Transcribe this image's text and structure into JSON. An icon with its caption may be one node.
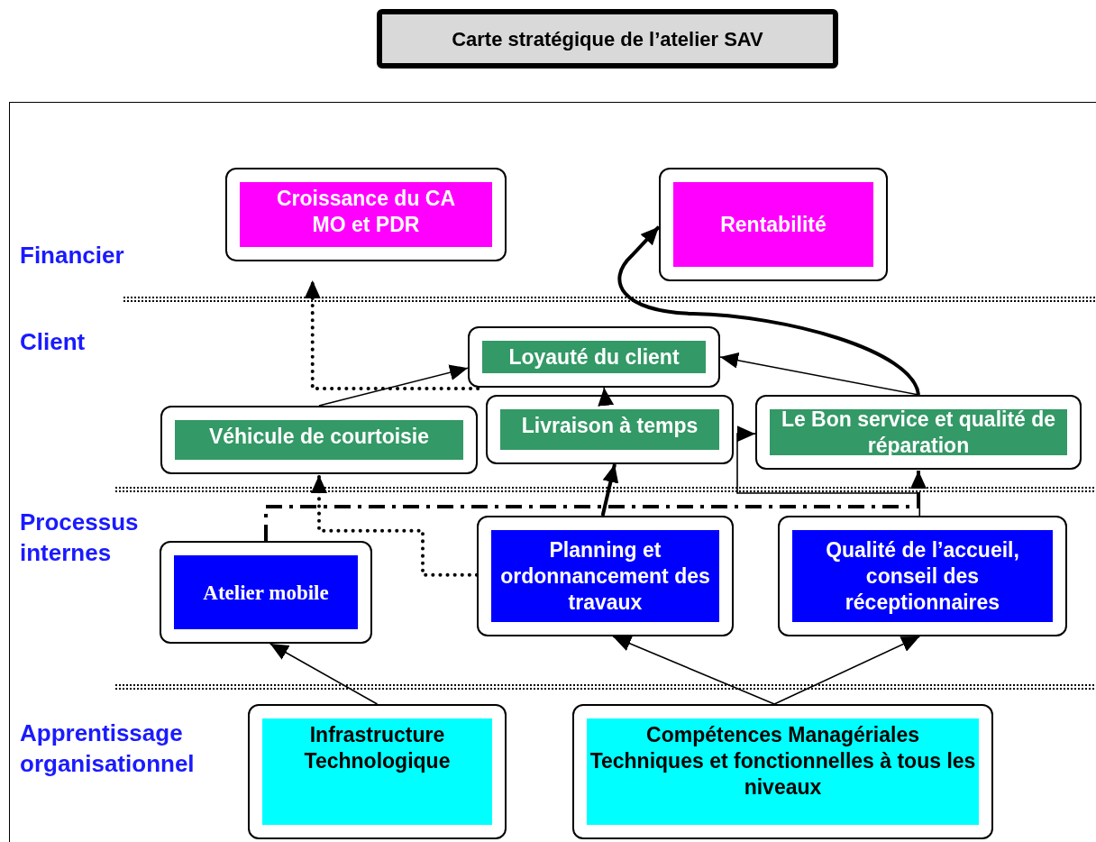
{
  "diagram": {
    "title": "Carte stratégique de l’atelier SAV",
    "nodes": [
      {
        "text": [
          "Croissance du CA MO et PDR"
        ]
      },
      {
        "text": [
          "Rentabilité"
        ]
      },
      {
        "text": [
          "Loyauté du client"
        ]
      },
      {
        "text": [
          "Véhicule de courtoisie"
        ]
      },
      {
        "text": [
          "Livraison à temps"
        ]
      },
      {
        "text": [
          "Le Bon service et qualité de réparation"
        ]
      },
      {
        "text": [
          "Atelier mobile"
        ]
      },
      {
        "text": [
          "Planning et ordonnancement des travaux"
        ]
      },
      {
        "text": [
          "Qualité de l’accueil, conseil des réceptionnaires"
        ]
      },
      {
        "text": [
          "Infrastructure Technologique"
        ]
      },
      {
        "text": [
          "Compétences Managériales Techniques et fonctionnelles à tous les niveaux"
        ]
      }
    ],
    "edges": [
      {
        "from": 9,
        "to": 6,
        "arrow": "to"
      },
      {
        "from": 10,
        "to": 7,
        "arrow": "to"
      },
      {
        "from": 10,
        "to": 8,
        "arrow": "to"
      },
      {
        "from": 3,
        "to": 2,
        "arrow": "to"
      },
      {
        "from": 5,
        "to": 2,
        "arrow": "to"
      },
      {
        "from": 5,
        "to": 1,
        "arrow": "to",
        "style": "thick"
      },
      {
        "from": 4,
        "to": 2,
        "arrow": "to"
      },
      {
        "from": 7,
        "to": 4,
        "arrow": "to",
        "style": "thick"
      },
      {
        "from": 2,
        "to": 0,
        "arrow": "to",
        "style": "dashed"
      },
      {
        "from": 7,
        "to": 3,
        "arrow": "to",
        "style": "dashed"
      },
      {
        "from": 6,
        "to": 5,
        "arrow": "to",
        "style": "dashed"
      },
      {
        "from": 8,
        "to": 5,
        "arrow": "to"
      }
    ],
    "labels": [
      "Financier",
      "Client",
      "Processus internes",
      "Apprentissage organisationnel"
    ]
  }
}
